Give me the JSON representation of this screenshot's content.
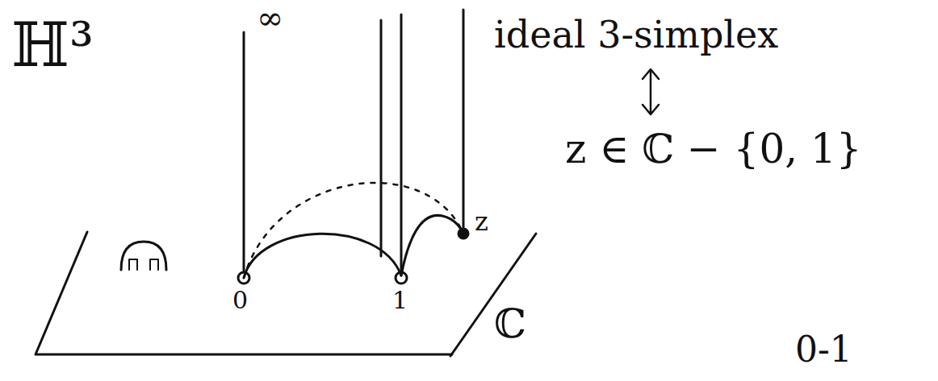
{
  "diagram": {
    "labels": [
      "ℍ³",
      "∞",
      "ideal 3-simplex",
      "z ∈ ℂ − {0, 1}",
      "0",
      "1",
      "z",
      "ℂ",
      "0-1"
    ]
  }
}
